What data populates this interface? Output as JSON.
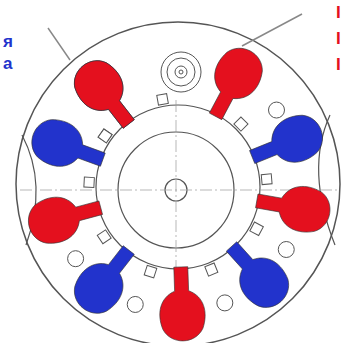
{
  "diagram": {
    "labels": [
      "I",
      "я",
      "I",
      "а",
      "I"
    ]
  }
}
